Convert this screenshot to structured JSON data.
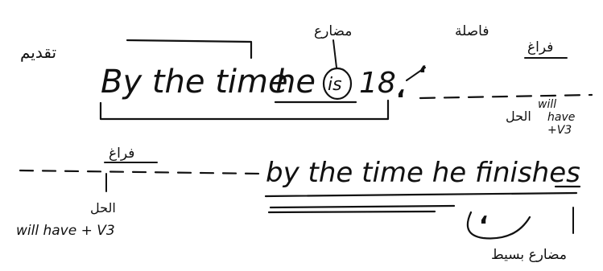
{
  "notes": {
    "top_left_label": "تقديم",
    "mudaria_label": "مضارع",
    "fasila_label": "فاصلة",
    "faragh_top": "فراغ",
    "sentence1_part1": "By the time",
    "sentence1_he": "he",
    "sentence1_is": "is",
    "sentence1_18": "18",
    "comma_glyph": "،",
    "hal_right": "الحل",
    "will_have_v3_right": [
      "will",
      "have",
      "+V3"
    ],
    "faragh_left": "فراغ",
    "hal_left": "الحل",
    "will_have_v3_left": "will have + V3",
    "sentence2": "by the time he finishes",
    "comma_glyph2": "،",
    "mudaria_basit": "مضارع بسيط"
  },
  "colors": {
    "ink": "#111111",
    "paper": "#ffffff"
  }
}
